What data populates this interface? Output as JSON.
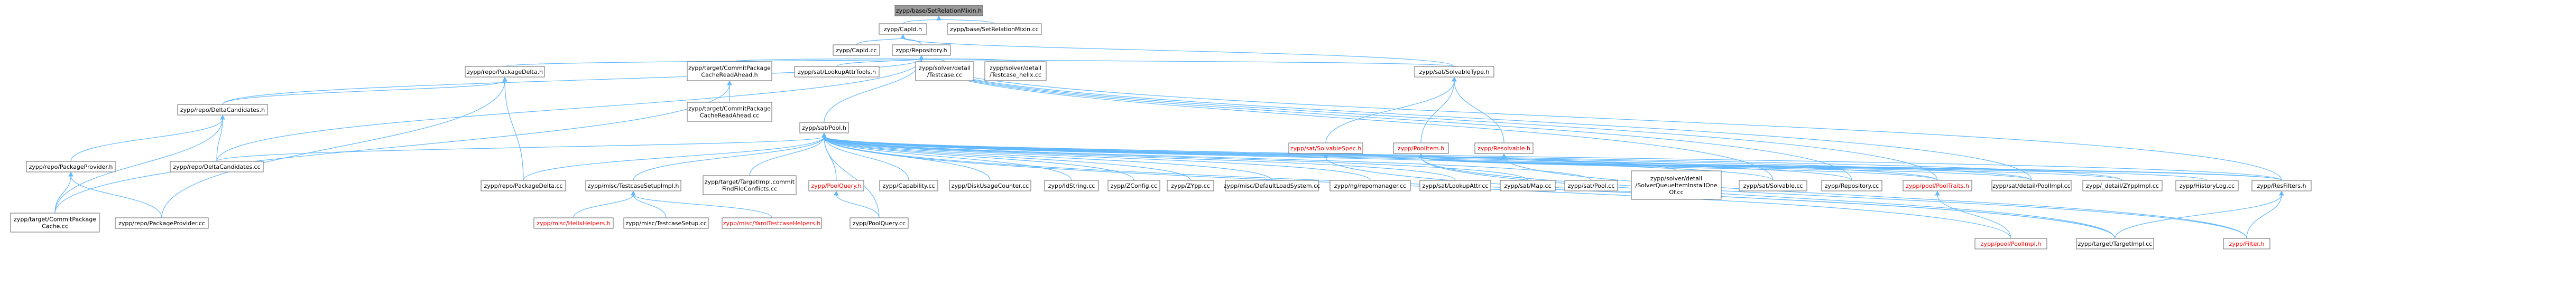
{
  "colors": {
    "root_fill": "#999999",
    "node_fill": "#ffffff",
    "node_stroke": "#666666",
    "edge": "#63b8ff",
    "text_default": "#000000",
    "text_red": "#ff0000"
  },
  "nodes": [
    {
      "id": "root",
      "lines": [
        "zypp/base/SetRelationMixin.h"
      ],
      "style": "root"
    },
    {
      "id": "capid_h",
      "lines": [
        "zypp/CapId.h"
      ]
    },
    {
      "id": "setrel_cc",
      "lines": [
        "zypp/base/SetRelationMixin.cc"
      ]
    },
    {
      "id": "capid_cc",
      "lines": [
        "zypp/CapId.cc"
      ]
    },
    {
      "id": "repository",
      "lines": [
        "zypp/Repository.h"
      ]
    },
    {
      "id": "pkgdelta_h",
      "lines": [
        "zypp/repo/PackageDelta.h"
      ]
    },
    {
      "id": "commitra_h",
      "lines": [
        "zypp/target/CommitPackage",
        "CacheReadAhead.h"
      ]
    },
    {
      "id": "lookupattr",
      "lines": [
        "zypp/sat/LookupAttrTools.h"
      ]
    },
    {
      "id": "testcase_cc",
      "lines": [
        "zypp/solver/detail",
        "/Testcase.cc"
      ]
    },
    {
      "id": "testcase_hx",
      "lines": [
        "zypp/solver/detail",
        "/Testcase_helix.cc"
      ]
    },
    {
      "id": "solvtype_h",
      "lines": [
        "zypp/sat/SolvableType.h"
      ]
    },
    {
      "id": "deltacand_h",
      "lines": [
        "zypp/repo/DeltaCandidates.h"
      ]
    },
    {
      "id": "commitra_cc",
      "lines": [
        "zypp/target/CommitPackage",
        "CacheReadAhead.cc"
      ]
    },
    {
      "id": "pool_h",
      "lines": [
        "zypp/sat/Pool.h"
      ]
    },
    {
      "id": "solvspec_h",
      "lines": [
        "zypp/sat/SolvableSpec.h"
      ],
      "style": "red"
    },
    {
      "id": "poolitem_h",
      "lines": [
        "zypp/PoolItem.h"
      ],
      "style": "red"
    },
    {
      "id": "resolvable",
      "lines": [
        "zypp/Resolvable.h"
      ],
      "style": "red"
    },
    {
      "id": "pkgprov_h",
      "lines": [
        "zypp/repo/PackageProvider.h"
      ]
    },
    {
      "id": "deltacand_cc",
      "lines": [
        "zypp/repo/DeltaCandidates.cc"
      ]
    },
    {
      "id": "pkgdelta_cc",
      "lines": [
        "zypp/repo/PackageDelta.cc"
      ]
    },
    {
      "id": "tsetup_h",
      "lines": [
        "zypp/misc/TestcaseSetupImpl.h"
      ]
    },
    {
      "id": "tgtimpl_cc",
      "lines": [
        "zypp/target/TargetImpl.commit",
        "FindFileConflicts.cc"
      ]
    },
    {
      "id": "poolquery_h",
      "lines": [
        "zypp/PoolQuery.h"
      ],
      "style": "red"
    },
    {
      "id": "capability",
      "lines": [
        "zypp/Capability.cc"
      ]
    },
    {
      "id": "diskusage",
      "lines": [
        "zypp/DiskUsageCounter.cc"
      ]
    },
    {
      "id": "idstring",
      "lines": [
        "zypp/IdString.cc"
      ]
    },
    {
      "id": "zconfig",
      "lines": [
        "zypp/ZConfig.cc"
      ]
    },
    {
      "id": "zypp_cc",
      "lines": [
        "zypp/ZYpp.cc"
      ]
    },
    {
      "id": "deflocal",
      "lines": [
        "zypp/misc/DefaultLoadSystem.cc"
      ]
    },
    {
      "id": "ngrepo",
      "lines": [
        "zypp/ng/repomanager.cc"
      ]
    },
    {
      "id": "lookupattr_cc",
      "lines": [
        "zypp/sat/LookupAttr.cc"
      ]
    },
    {
      "id": "map_cc",
      "lines": [
        "zypp/sat/Map.cc"
      ]
    },
    {
      "id": "pool_cc",
      "lines": [
        "zypp/sat/Pool.cc"
      ]
    },
    {
      "id": "solverq",
      "lines": [
        "zypp/solver/detail",
        "/SolverQueueItemInstallOne",
        "Of.cc"
      ]
    },
    {
      "id": "solvable_cc",
      "lines": [
        "zypp/sat/Solvable.cc"
      ]
    },
    {
      "id": "repository_cc",
      "lines": [
        "zypp/Repository.cc"
      ]
    },
    {
      "id": "pooltraits",
      "lines": [
        "zypp/pool/PoolTraits.h"
      ],
      "style": "red"
    },
    {
      "id": "satpoolimpl",
      "lines": [
        "zypp/sat/detail/PoolImpl.cc"
      ]
    },
    {
      "id": "zyppdetail",
      "lines": [
        "zypp/_detail/ZYppImpl.cc"
      ]
    },
    {
      "id": "histlog",
      "lines": [
        "zypp/HistoryLog.cc"
      ]
    },
    {
      "id": "resfilter",
      "lines": [
        "zypp/ResFilters.h"
      ]
    },
    {
      "id": "commitpc",
      "lines": [
        "zypp/target/CommitPackage",
        "Cache.cc"
      ]
    },
    {
      "id": "pkgprov_cc",
      "lines": [
        "zypp/repo/PackageProvider.cc"
      ]
    },
    {
      "id": "helix",
      "lines": [
        "zypp/misc/HelixHelpers.h"
      ],
      "style": "red"
    },
    {
      "id": "tsetup_cc",
      "lines": [
        "zypp/misc/TestcaseSetup.cc"
      ]
    },
    {
      "id": "yaml",
      "lines": [
        "zypp/misc/YamlTestcaseHelpers.h"
      ],
      "style": "red"
    },
    {
      "id": "poolquery_cc",
      "lines": [
        "zypp/PoolQuery.cc"
      ]
    },
    {
      "id": "poolimpl_h",
      "lines": [
        "zypp/pool/PoolImpl.h"
      ],
      "style": "red"
    },
    {
      "id": "targetimpl",
      "lines": [
        "zypp/target/TargetImpl.cc"
      ]
    },
    {
      "id": "filter",
      "lines": [
        "zypp/Filter.h"
      ],
      "style": "red"
    }
  ],
  "edges": [
    [
      "root",
      "capid_h"
    ],
    [
      "root",
      "setrel_cc"
    ],
    [
      "capid_h",
      "capid_cc"
    ],
    [
      "capid_h",
      "repository"
    ],
    [
      "capid_h",
      "solvtype_h"
    ],
    [
      "repository",
      "pkgdelta_h"
    ],
    [
      "repository",
      "commitra_h"
    ],
    [
      "repository",
      "lookupattr"
    ],
    [
      "repository",
      "testcase_cc"
    ],
    [
      "repository",
      "testcase_hx"
    ],
    [
      "repository",
      "solvtype_h"
    ],
    [
      "repository",
      "deltacand_h"
    ],
    [
      "repository",
      "pool_h"
    ],
    [
      "repository",
      "deltacand_cc"
    ],
    [
      "repository",
      "repository_cc"
    ],
    [
      "repository",
      "solvable_cc"
    ],
    [
      "repository",
      "satpoolimpl"
    ],
    [
      "repository",
      "resfilter"
    ],
    [
      "repository",
      "pooltraits"
    ],
    [
      "pkgdelta_h",
      "deltacand_h"
    ],
    [
      "pkgdelta_h",
      "pkgdelta_cc"
    ],
    [
      "pkgdelta_h",
      "pkgprov_cc"
    ],
    [
      "commitra_h",
      "commitra_cc"
    ],
    [
      "commitra_h",
      "commitpc"
    ],
    [
      "deltacand_h",
      "pkgprov_h"
    ],
    [
      "deltacand_h",
      "deltacand_cc"
    ],
    [
      "deltacand_h",
      "commitpc"
    ],
    [
      "pkgprov_h",
      "commitpc"
    ],
    [
      "pkgprov_h",
      "pkgprov_cc"
    ],
    [
      "solvtype_h",
      "solvspec_h"
    ],
    [
      "solvtype_h",
      "poolitem_h"
    ],
    [
      "solvtype_h",
      "resolvable"
    ],
    [
      "solvspec_h",
      "targetimpl"
    ],
    [
      "poolitem_h",
      "resfilter"
    ],
    [
      "poolitem_h",
      "pooltraits"
    ],
    [
      "poolitem_h",
      "satpoolimpl"
    ],
    [
      "poolitem_h",
      "zyppdetail"
    ],
    [
      "poolitem_h",
      "histlog"
    ],
    [
      "poolitem_h",
      "targetimpl"
    ],
    [
      "poolitem_h",
      "filter"
    ],
    [
      "resolvable",
      "resfilter"
    ],
    [
      "resolvable",
      "filter"
    ],
    [
      "resfilter",
      "targetimpl"
    ],
    [
      "resfilter",
      "filter"
    ],
    [
      "pool_h",
      "pkgdelta_cc"
    ],
    [
      "pool_h",
      "deltacand_cc"
    ],
    [
      "pool_h",
      "tsetup_h"
    ],
    [
      "pool_h",
      "tgtimpl_cc"
    ],
    [
      "pool_h",
      "poolquery_h"
    ],
    [
      "pool_h",
      "capability"
    ],
    [
      "pool_h",
      "diskusage"
    ],
    [
      "pool_h",
      "idstring"
    ],
    [
      "pool_h",
      "zconfig"
    ],
    [
      "pool_h",
      "zypp_cc"
    ],
    [
      "pool_h",
      "deflocal"
    ],
    [
      "pool_h",
      "ngrepo"
    ],
    [
      "pool_h",
      "lookupattr_cc"
    ],
    [
      "pool_h",
      "map_cc"
    ],
    [
      "pool_h",
      "pool_cc"
    ],
    [
      "pool_h",
      "solverq"
    ],
    [
      "pool_h",
      "solvable_cc"
    ],
    [
      "pool_h",
      "repository_cc"
    ],
    [
      "pool_h",
      "pooltraits"
    ],
    [
      "pool_h",
      "satpoolimpl"
    ],
    [
      "pool_h",
      "zyppdetail"
    ],
    [
      "pool_h",
      "targetimpl"
    ],
    [
      "pool_h",
      "resfilter"
    ],
    [
      "pool_h",
      "poolquery_cc"
    ],
    [
      "pool_h",
      "poolimpl_h"
    ],
    [
      "tsetup_h",
      "helix"
    ],
    [
      "tsetup_h",
      "tsetup_cc"
    ],
    [
      "tsetup_h",
      "yaml"
    ],
    [
      "poolquery_h",
      "poolquery_cc"
    ],
    [
      "pooltraits",
      "poolimpl_h"
    ]
  ]
}
